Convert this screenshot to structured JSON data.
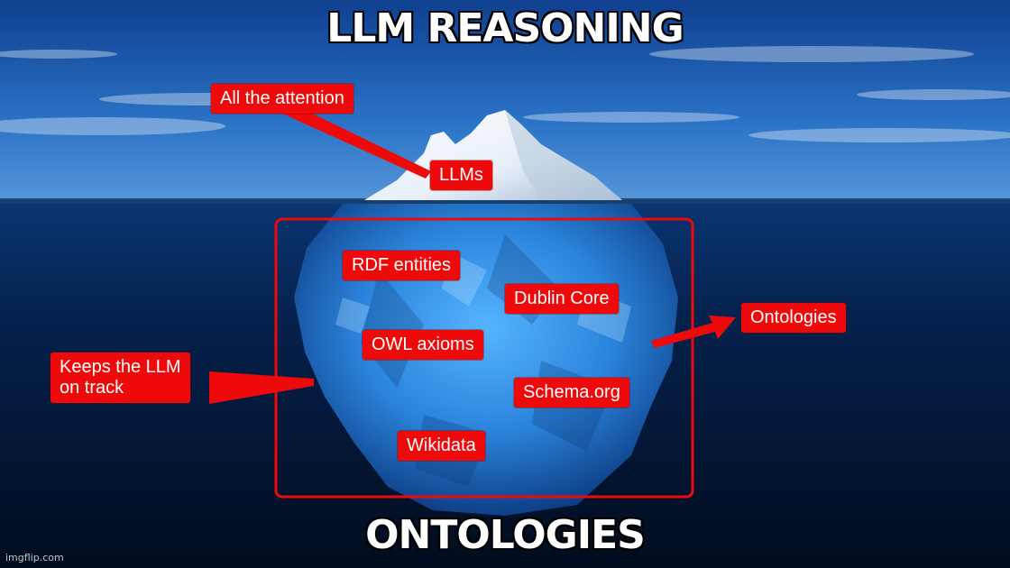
{
  "titles": {
    "top": "LLM REASONING",
    "bottom": "ONTOLOGIES"
  },
  "labels": {
    "attention": "All the attention",
    "llms": "LLMs",
    "rdf": "RDF entities",
    "dublin": "Dublin Core",
    "owl": "OWL axioms",
    "schema": "Schema.org",
    "wikidata": "Wikidata",
    "keeps": "Keeps the LLM\non track",
    "ontologies": "Ontologies"
  },
  "watermark": "imgflip.com",
  "colors": {
    "tag_red": "#ee0a0a",
    "sky": "#1b5fb6",
    "deep_water": "#021431",
    "ice": "#2d8fe6"
  }
}
